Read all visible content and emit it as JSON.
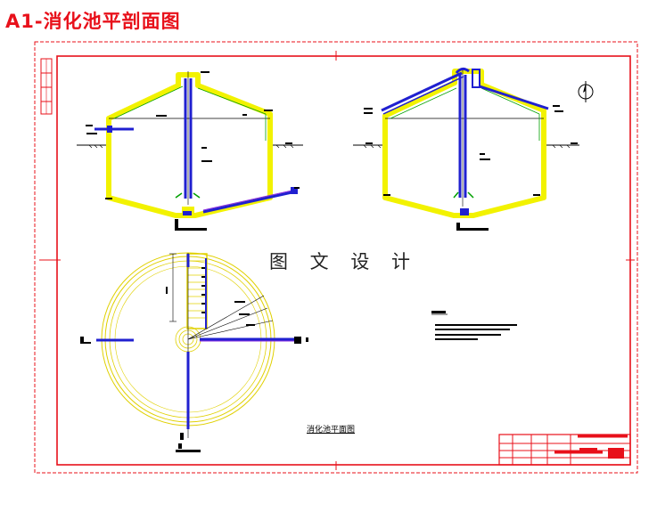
{
  "page_title": "A1-消化池平剖面图",
  "watermark": "图 文 设 计",
  "plan_caption": "消化池平面图",
  "colors": {
    "frame_red": "#e8101a",
    "wall_yellow": "#f2f200",
    "pipe_blue": "#2020d0",
    "pipe_purple": "#8a2be2",
    "line_green": "#00a000",
    "plan_yellow": "#e0d000",
    "text_black": "#000000"
  },
  "icons": [
    "north-arrow-icon"
  ]
}
